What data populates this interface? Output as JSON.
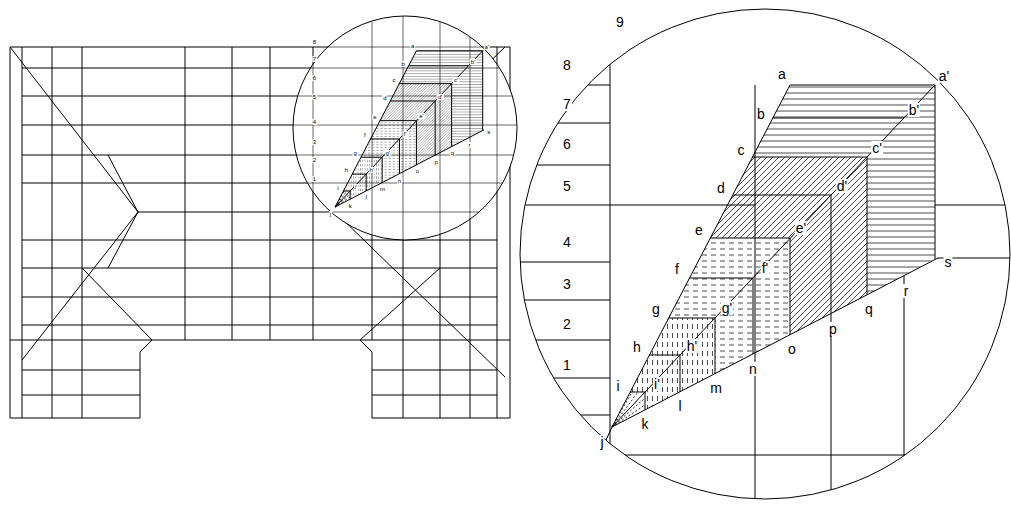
{
  "diagram": {
    "labels": [
      "9",
      "8",
      "7",
      "6",
      "5",
      "4",
      "3",
      "2",
      "1",
      "a",
      "a'",
      "b",
      "b'",
      "c",
      "c'",
      "d",
      "d'",
      "e",
      "e'",
      "f",
      "f'",
      "g",
      "g'",
      "h",
      "h'",
      "i",
      "i'",
      "j",
      "k",
      "l",
      "m",
      "n",
      "o",
      "p",
      "q",
      "r",
      "s",
      "8",
      "7",
      "6",
      "5",
      "4",
      "3",
      "2",
      "1",
      "a",
      "a'",
      "b",
      "b'",
      "c",
      "c'",
      "d",
      "d'",
      "e",
      "e'",
      "f",
      "f'",
      "g",
      "g'",
      "h",
      "h'",
      "i",
      "i'",
      "j",
      "k",
      "l",
      "m",
      "n",
      "o",
      "p",
      "q",
      "r",
      "s"
    ]
  }
}
